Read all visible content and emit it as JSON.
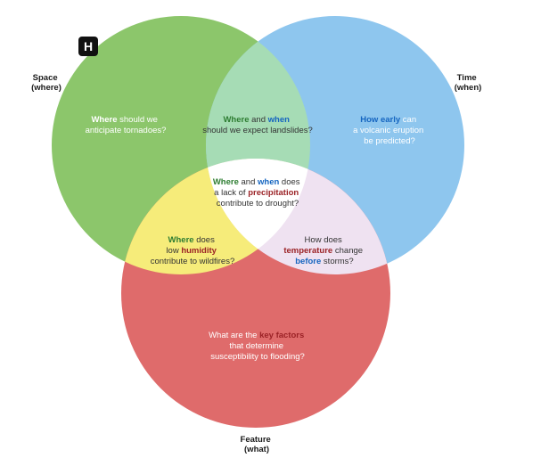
{
  "colors": {
    "space": "#8cc66b",
    "time": "#8ec6ee",
    "feature": "#df6b6b",
    "space_time": "#a6dcb5",
    "space_feature": "#f6ec7a",
    "time_feature": "#efe2f1",
    "center": "#ffffff",
    "green_text": "#2e7d32",
    "blue_text": "#1565c0",
    "red_text": "#9b2226",
    "logo_bg": "#111111"
  },
  "logo": {
    "icon": "h-letter-logo-icon",
    "letter": "H"
  },
  "labels": {
    "space": {
      "line1": "Space",
      "line2": "(where)"
    },
    "time": {
      "line1": "Time",
      "line2": "(when)"
    },
    "feature": {
      "line1": "Feature",
      "line2": "(what)"
    }
  },
  "questions": {
    "space_only": {
      "l1_hl": "Where",
      "l1_rest": " should we",
      "l2": "anticipate tornadoes?"
    },
    "time_only": {
      "l1_hl": "How early",
      "l1_rest": " can",
      "l2": "a volcanic eruption",
      "l3": "be predicted?"
    },
    "feature_only": {
      "l1_pre": "What are the ",
      "l1_hl": "key factors",
      "l2": "that determine",
      "l3": "susceptibility to flooding?"
    },
    "space_time": {
      "l1_hl1": "Where",
      "l1_mid": " and ",
      "l1_hl2": "when",
      "l2": "should we expect landslides?"
    },
    "space_feature": {
      "l1_hl": "Where",
      "l1_rest": " does",
      "l2_pre": "low ",
      "l2_hl": "humidity",
      "l3": "contribute to wildfires?"
    },
    "time_feature": {
      "l1": "How does",
      "l2_hl": "temperature",
      "l2_rest": " change",
      "l3_hl": "before",
      "l3_rest": " storms?"
    },
    "center": {
      "l1_hl1": "Where",
      "l1_mid": " and ",
      "l1_hl2": "when",
      "l1_rest": " does",
      "l2_pre": "a lack of ",
      "l2_hl": "precipitation",
      "l3": "contribute to drought?"
    }
  }
}
